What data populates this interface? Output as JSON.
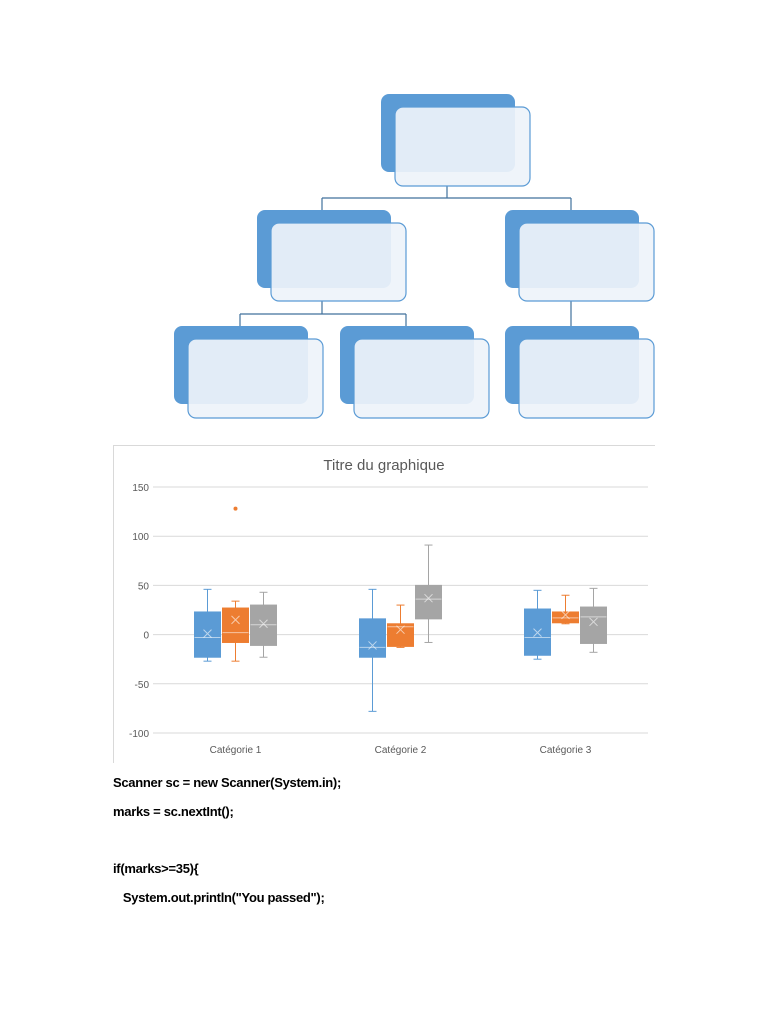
{
  "colors": {
    "accent": "#5b9bd5",
    "box_fill": "#eef3fa",
    "connector": "#41719c",
    "series_blue": "#5b9bd5",
    "series_orange": "#ed7d31",
    "series_gray": "#a5a5a5",
    "grid": "#d9d9d9",
    "axis_text": "#595959"
  },
  "chart_data": {
    "type": "box",
    "title": "Titre du graphique",
    "categories": [
      "Catégorie 1",
      "Catégorie 2",
      "Catégorie 3"
    ],
    "ylim": [
      -100,
      150
    ],
    "yticks": [
      "150",
      "100",
      "50",
      "0",
      "-50",
      "-100"
    ],
    "ytick_values": [
      150,
      100,
      50,
      0,
      -50,
      -100
    ],
    "grid": true,
    "series": [
      {
        "color": "#5b9bd5",
        "boxes": [
          {
            "min": -27,
            "q1": -23,
            "median": -3,
            "q3": 23,
            "max": 46,
            "mean": 1,
            "outliers": []
          },
          {
            "min": -78,
            "q1": -23,
            "median": -13,
            "q3": 16,
            "max": 46,
            "mean": -11,
            "outliers": []
          },
          {
            "min": -25,
            "q1": -21,
            "median": -3,
            "q3": 26,
            "max": 45,
            "mean": 2,
            "outliers": []
          }
        ]
      },
      {
        "color": "#ed7d31",
        "boxes": [
          {
            "min": -27,
            "q1": -8,
            "median": 2,
            "q3": 27,
            "max": 34,
            "mean": 15,
            "outliers": [
              128
            ]
          },
          {
            "min": -13,
            "q1": -12,
            "median": 8,
            "q3": 11,
            "max": 30,
            "mean": 5,
            "outliers": []
          },
          {
            "min": 11,
            "q1": 12,
            "median": 17,
            "q3": 23,
            "max": 40,
            "mean": 20,
            "outliers": []
          }
        ]
      },
      {
        "color": "#a5a5a5",
        "boxes": [
          {
            "min": -23,
            "q1": -11,
            "median": 10,
            "q3": 30,
            "max": 43,
            "mean": 11,
            "outliers": []
          },
          {
            "min": -8,
            "q1": 16,
            "median": 36,
            "q3": 50,
            "max": 91,
            "mean": 37,
            "outliers": []
          },
          {
            "min": -18,
            "q1": -9,
            "median": 18,
            "q3": 28,
            "max": 47,
            "mean": 13,
            "outliers": []
          }
        ]
      }
    ]
  },
  "code": {
    "line1": "Scanner sc = new Scanner(System.in);",
    "line2": "marks = sc.nextInt();",
    "line3": "if(marks>=35){",
    "line4": "   System.out.println(\"You passed\");"
  }
}
